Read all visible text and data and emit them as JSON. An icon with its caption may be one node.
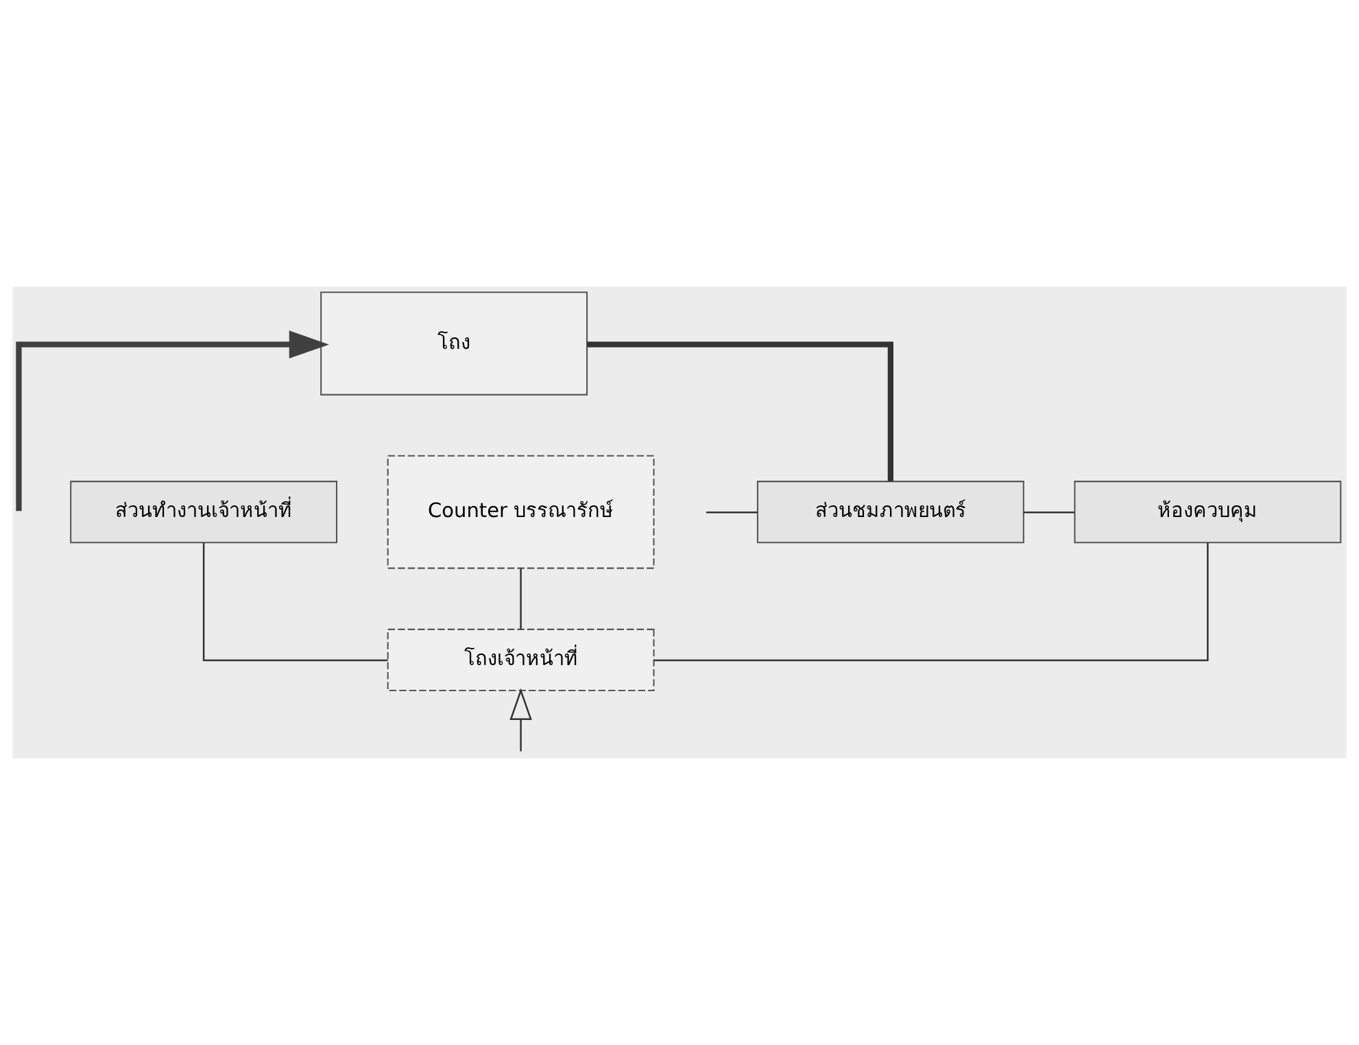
{
  "diagram": {
    "nodes": [
      {
        "text": [
          "ส่วนชมภาพยนตร์"
        ]
      },
      {
        "text": [
          "ห้องควบคุม"
        ]
      },
      {
        "text": [
          "ส่วนทำงานเจ้าหน้าที่"
        ]
      },
      {
        "text": [
          "Counter บรรณารักษ์"
        ]
      },
      {
        "text": [
          "โถง"
        ]
      },
      {
        "text": [
          "โถงเจ้าหน้าที่"
        ]
      }
    ],
    "edges": [
      {
        "from": 0,
        "to": 1,
        "arrow": "none"
      },
      {
        "from": 4,
        "to": 0,
        "arrow": "none",
        "style": "thick"
      },
      {
        "from": 1,
        "to": 5,
        "arrow": "none"
      },
      {
        "from": 2,
        "to": 5,
        "arrow": "none"
      },
      {
        "from": 3,
        "to": 5,
        "arrow": "none"
      },
      {
        "from": null,
        "to": 4,
        "arrow": "to",
        "style": "thick",
        "color": "#404040"
      },
      {
        "from": null,
        "to": 5,
        "arrow": "to"
      },
      {
        "from": null,
        "to": 0,
        "arrow": "none"
      }
    ]
  }
}
